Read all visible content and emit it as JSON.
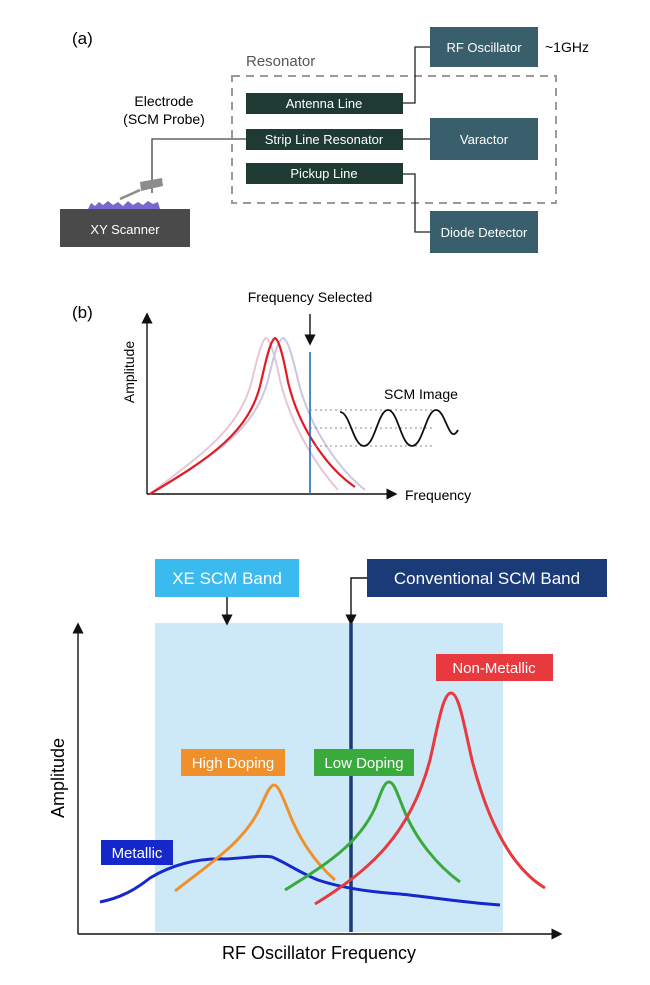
{
  "panel_a": {
    "label": "(a)",
    "resonator_title": "Resonator",
    "electrode_line1": "Electrode",
    "electrode_line2": "(SCM Probe)",
    "blocks": {
      "antenna_line": "Antenna Line",
      "strip_line": "Strip Line Resonator",
      "pickup_line": "Pickup Line",
      "rf_oscillator": "RF Oscillator",
      "varactor": "Varactor",
      "diode_detector": "Diode Detector",
      "xy_scanner": "XY Scanner"
    },
    "rf_frequency": "~1GHz"
  },
  "panel_b": {
    "label": "(b)",
    "frequency_selected": "Frequency Selected",
    "scm_image": "SCM Image",
    "y_axis": "Amplitude",
    "x_axis": "Frequency"
  },
  "panel_c": {
    "xe_band_label": "XE SCM Band",
    "conventional_band_label": "Conventional SCM Band",
    "y_axis": "Amplitude",
    "x_axis": "RF Oscillator Frequency",
    "curves": [
      {
        "name": "Metallic",
        "label": "Metallic",
        "color": "#1428cc"
      },
      {
        "name": "High Doping",
        "label": "High Doping",
        "color": "#f0902a"
      },
      {
        "name": "Low Doping",
        "label": "Low Doping",
        "color": "#3aaa3c"
      },
      {
        "name": "Non-Metallic",
        "label": "Non-Metallic",
        "color": "#e83a3e"
      }
    ]
  },
  "colors": {
    "dark_block": "#1e3a33",
    "teal_block": "#3a5f6c",
    "scanner": "#4a4a4a",
    "band_fill": "#cde9f8",
    "xe_label_bg": "#3bbaf0",
    "conv_label_bg": "#1a3a78",
    "conv_line": "#1a3a78"
  }
}
